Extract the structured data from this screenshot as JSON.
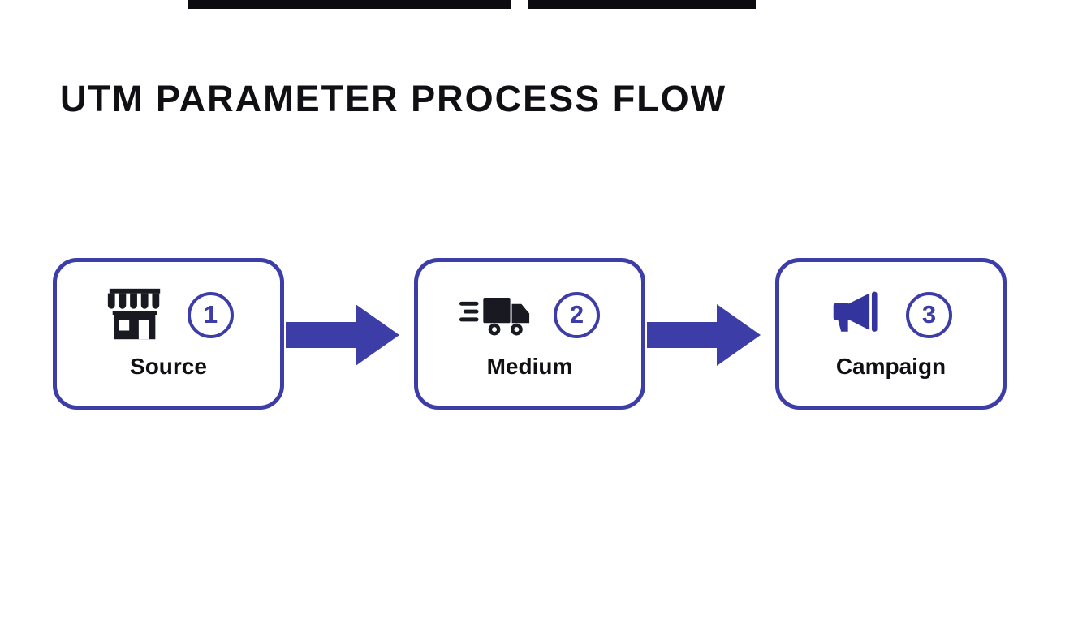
{
  "title": "UTM PARAMETER PROCESS FLOW",
  "colors": {
    "accent": "#3D3DA8",
    "text": "#101014",
    "background": "#FFFFFF",
    "icon_dark": "#191922",
    "icon_accent": "#34349E"
  },
  "steps": [
    {
      "number": "1",
      "label": "Source",
      "icon": "storefront-icon"
    },
    {
      "number": "2",
      "label": "Medium",
      "icon": "delivery-truck-icon"
    },
    {
      "number": "3",
      "label": "Campaign",
      "icon": "megaphone-icon"
    }
  ],
  "connectors": [
    {
      "icon": "arrow-right-icon"
    },
    {
      "icon": "arrow-right-icon"
    }
  ]
}
